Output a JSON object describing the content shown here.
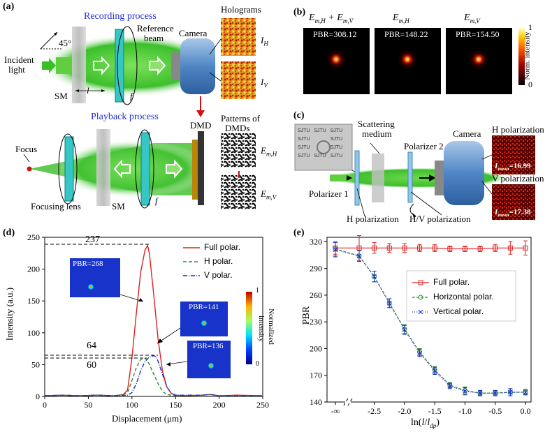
{
  "panels": {
    "a": {
      "label": "(a)"
    },
    "b": {
      "label": "(b)"
    },
    "c": {
      "label": "(c)"
    },
    "d": {
      "label": "(d)"
    },
    "e": {
      "label": "(e)"
    }
  },
  "panel_a": {
    "recording_title": "Recording process",
    "playback_title": "Playback process",
    "holograms_label": "Holograms",
    "patterns_label_1": "Patterns of",
    "patterns_label_2": "DMDs",
    "reference_beam_1": "Reference",
    "reference_beam_2": "beam",
    "camera": "Camera",
    "incident_1": "Incident",
    "incident_2": "light",
    "angle": "45°",
    "sm": "SM",
    "l": "l",
    "f": "f",
    "dmd": "DMD",
    "focus": "Focus",
    "focusing_lens": "Focusing lens",
    "ih": "I",
    "ih_sub": "H",
    "iv": "I",
    "iv_sub": "V",
    "emh": "E",
    "emh_sub": "m,H",
    "emv": "E",
    "emv_sub": "m,V"
  },
  "panel_b": {
    "titles": [
      "E_{m,H} + E_{m,V}",
      "E_{m,H}",
      "E_{m,V}"
    ],
    "title_main": [
      "E",
      "E",
      "E"
    ],
    "pbr": [
      "PBR=308.12",
      "PBR=148.22",
      "PBR=154.50"
    ],
    "colorbar_max": "1",
    "colorbar_min": "0",
    "colorbar_label": "Norm. intensity"
  },
  "panel_c": {
    "scattering_1": "Scattering",
    "scattering_2": "medium",
    "polarizer1": "Polarizer 1",
    "polarizer2": "Polarizer 2",
    "camera": "Camera",
    "h_pol_top": "H polarization",
    "v_pol_top": "V polarization",
    "h_pol_bottom": "H polarization",
    "hv_pol": "H/V polarization",
    "imean_h": "I",
    "imean_h_sub": "mean",
    "imean_h_val": "=16.99",
    "imean_v": "I",
    "imean_v_sub": "mean",
    "imean_v_val": "=17.38",
    "sjtu": "SJTU"
  },
  "chart_d": {
    "chart_data": {
      "type": "line",
      "xlabel": "Displacement (μm)",
      "ylabel": "Intensity (a.u.)",
      "xlim": [
        0,
        250
      ],
      "ylim": [
        0,
        250
      ],
      "xticks": [
        0,
        50,
        100,
        150,
        200,
        250
      ],
      "yticks": [
        0,
        50,
        100,
        150,
        200,
        250
      ],
      "legend_position": "top-right",
      "series": [
        {
          "name": "Full polar.",
          "color": "#e02020",
          "style": "solid",
          "x": [
            0,
            20,
            40,
            60,
            80,
            90,
            95,
            100,
            105,
            110,
            115,
            118,
            120,
            125,
            130,
            135,
            140,
            145,
            150,
            160,
            180,
            190,
            200,
            220,
            250
          ],
          "y": [
            1,
            2,
            1,
            2,
            1,
            3,
            10,
            60,
            130,
            195,
            230,
            237,
            225,
            160,
            90,
            40,
            15,
            5,
            2,
            1,
            2,
            3,
            1,
            2,
            1
          ]
        },
        {
          "name": "H polar.",
          "color": "#2e8b2e",
          "style": "dashed",
          "x": [
            0,
            20,
            40,
            60,
            80,
            90,
            95,
            100,
            105,
            110,
            115,
            118,
            120,
            125,
            130,
            135,
            140,
            145,
            150,
            180,
            190,
            200,
            250
          ],
          "y": [
            1,
            2,
            1,
            2,
            1,
            3,
            6,
            25,
            45,
            58,
            60,
            56,
            50,
            35,
            20,
            8,
            3,
            2,
            1,
            2,
            3,
            1,
            1
          ]
        },
        {
          "name": "V polar.",
          "color": "#1a2ecc",
          "style": "dashdot",
          "x": [
            0,
            20,
            40,
            60,
            80,
            95,
            100,
            105,
            110,
            115,
            120,
            125,
            128,
            130,
            135,
            140,
            145,
            150,
            180,
            190,
            200,
            250
          ],
          "y": [
            1,
            2,
            1,
            2,
            1,
            2,
            6,
            20,
            40,
            55,
            62,
            64,
            62,
            55,
            35,
            15,
            5,
            2,
            2,
            3,
            1,
            1
          ]
        }
      ],
      "annotations": [
        "237",
        "64",
        "60"
      ]
    },
    "insets": [
      "PBR=268",
      "PBR=141",
      "PBR=136"
    ],
    "colorbar_max": "1",
    "colorbar_min": "0",
    "colorbar_label_1": "Normalized",
    "colorbar_label_2": "intensity"
  },
  "chart_e": {
    "chart_data": {
      "type": "line",
      "xlabel": "ln(l/l_dp)",
      "ylabel": "PBR",
      "ylim": [
        140,
        325
      ],
      "xtick_labels": [
        "-∞",
        "-2.5",
        "-2.0",
        "-1.5",
        "-1.0",
        "-0.5",
        "0.0"
      ],
      "yticks": [
        140,
        170,
        200,
        230,
        260,
        290,
        320
      ],
      "legend_position": "upper-middle",
      "x": [
        "-∞",
        -2.75,
        -2.5,
        -2.25,
        -2.0,
        -1.75,
        -1.5,
        -1.25,
        -1.0,
        -0.75,
        -0.5,
        -0.25,
        0.0
      ],
      "series": [
        {
          "name": "Full polar.",
          "color": "#e02020",
          "marker": "square",
          "values": [
            313,
            313,
            313,
            313,
            313,
            313,
            313,
            312,
            312,
            312,
            313,
            313,
            313
          ],
          "errors": [
            7,
            14,
            6,
            5,
            5,
            4,
            4,
            3,
            3,
            3,
            4,
            7,
            8
          ]
        },
        {
          "name": "Horizontal polar.",
          "color": "#2e8b2e",
          "marker": "circle",
          "values": [
            312,
            304,
            281,
            251,
            222,
            196,
            176,
            159,
            153,
            150,
            150,
            151,
            151
          ],
          "errors": [
            8,
            6,
            6,
            5,
            5,
            4,
            4,
            3,
            4,
            3,
            3,
            4,
            3
          ]
        },
        {
          "name": "Vertical polar.",
          "color": "#1a2ecc",
          "marker": "x",
          "values": [
            311,
            304,
            281,
            251,
            221,
            195,
            175,
            158,
            152,
            150,
            150,
            151,
            151
          ],
          "errors": [
            8,
            6,
            6,
            5,
            5,
            4,
            4,
            3,
            4,
            3,
            3,
            4,
            3
          ]
        }
      ]
    }
  }
}
